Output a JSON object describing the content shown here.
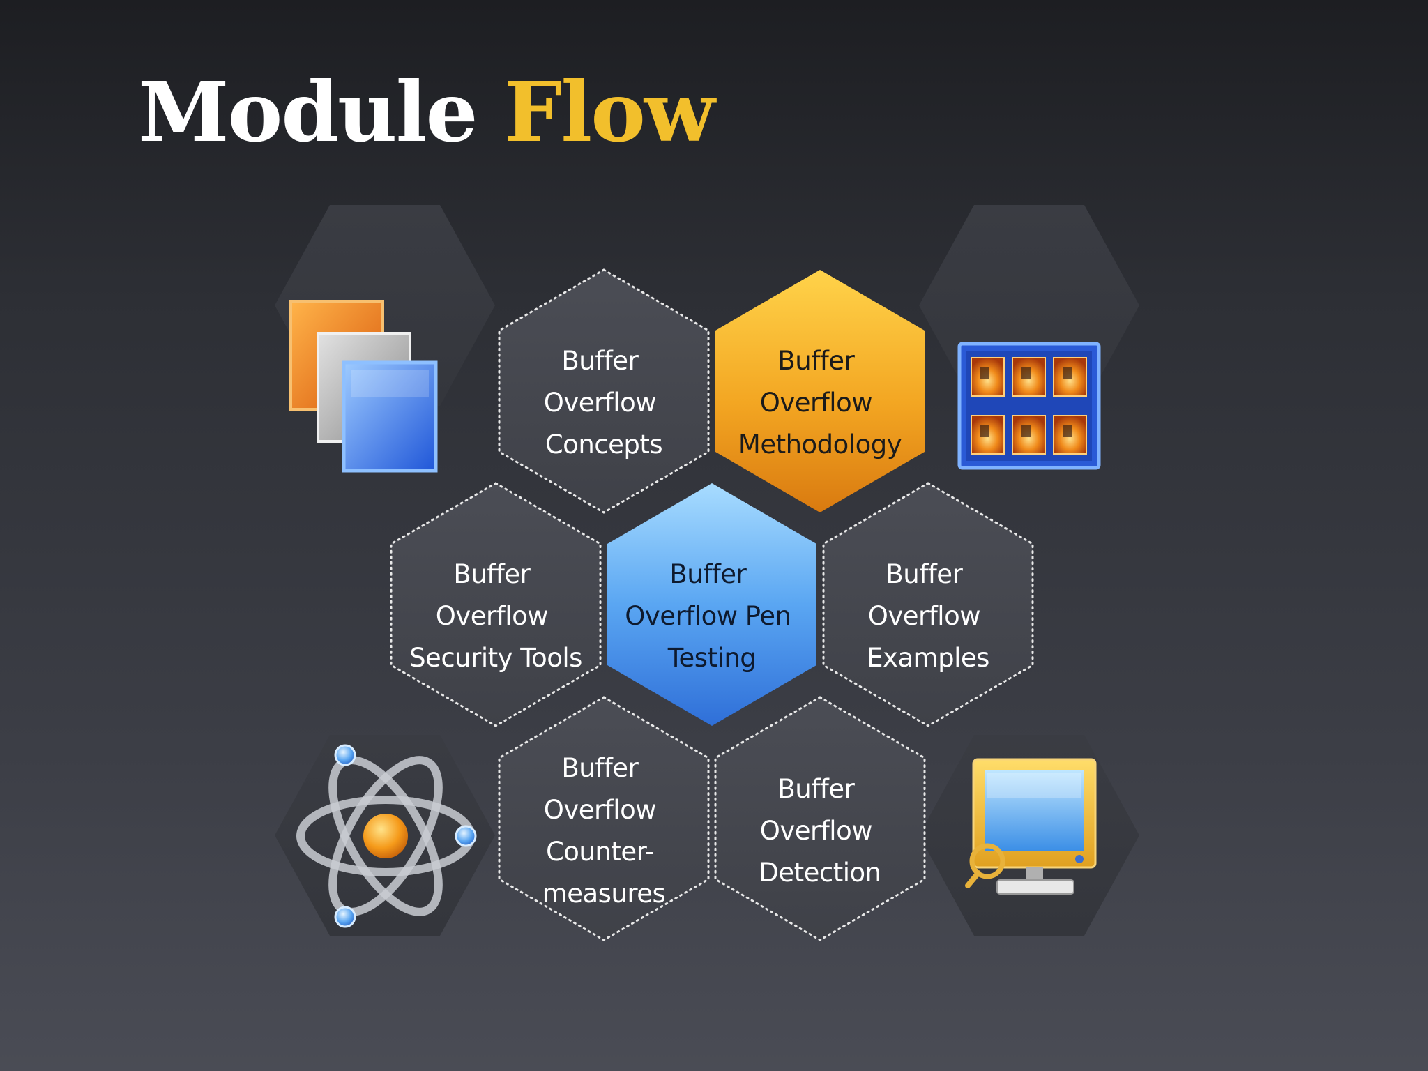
{
  "title": {
    "part1": "Module",
    "part2": "Flow"
  },
  "colors": {
    "accent_yellow": "#f2bf2c",
    "hex_gray": "#45474e",
    "hex_orange": "#f0a020",
    "hex_blue": "#4a96ea",
    "dotted_border": "#e8e8e8"
  },
  "hexes": [
    {
      "id": "concepts",
      "lines": [
        "Buffer",
        "Overflow",
        "Concepts"
      ],
      "style": "gray"
    },
    {
      "id": "methodology",
      "lines": [
        "Buffer",
        "Overflow",
        "Methodology"
      ],
      "style": "orange"
    },
    {
      "id": "security-tools",
      "lines": [
        "Buffer",
        "Overflow",
        "Security Tools"
      ],
      "style": "gray"
    },
    {
      "id": "pen-testing",
      "lines": [
        "Buffer",
        "Overflow Pen",
        "Testing"
      ],
      "style": "blue"
    },
    {
      "id": "examples",
      "lines": [
        "Buffer",
        "Overflow",
        "Examples"
      ],
      "style": "gray"
    },
    {
      "id": "countermeasures",
      "lines": [
        "Buffer",
        "Overflow",
        "Counter-",
        "measures"
      ],
      "style": "gray"
    },
    {
      "id": "detection",
      "lines": [
        "Buffer",
        "Overflow",
        "Detection"
      ],
      "style": "gray"
    }
  ],
  "icons": [
    {
      "name": "stacked-pages-icon"
    },
    {
      "name": "image-grid-icon"
    },
    {
      "name": "atom-icon"
    },
    {
      "name": "computer-monitor-icon"
    }
  ]
}
